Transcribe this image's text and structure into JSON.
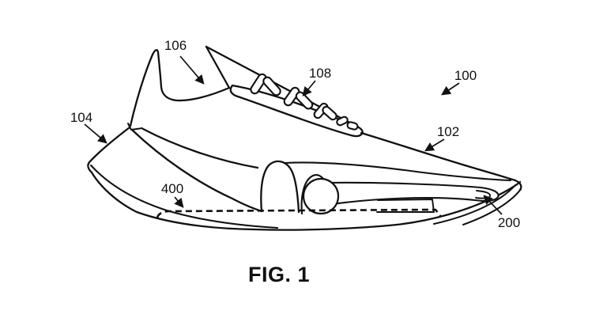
{
  "figure": {
    "caption": "FIG. 1",
    "reference_numerals": {
      "r100": "100",
      "r102": "102",
      "r104": "104",
      "r106": "106",
      "r108": "108",
      "r200": "200",
      "r400": "400"
    },
    "colors": {
      "line": "#111111",
      "background": "#ffffff"
    }
  }
}
